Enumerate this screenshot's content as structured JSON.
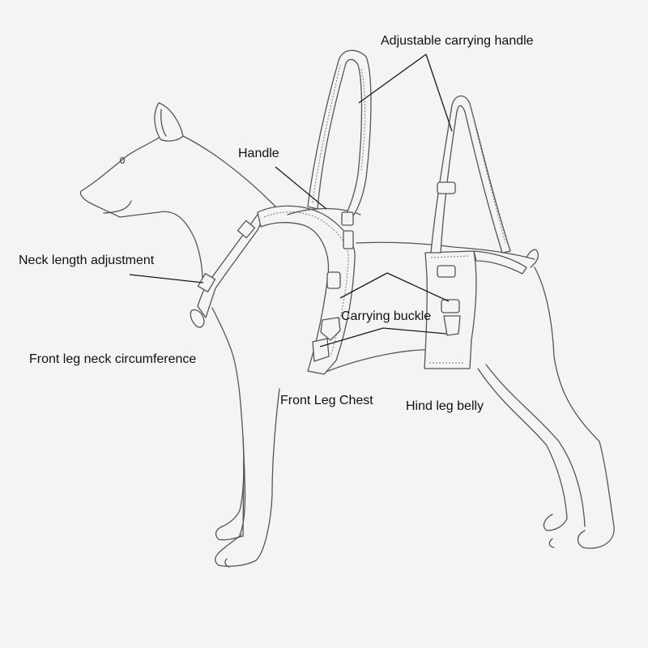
{
  "figure": {
    "subject": "Dog lift harness diagram",
    "background": "#f4f4f4",
    "line_color": "#555555",
    "text_color": "#111111"
  },
  "labels": {
    "adjustable_handle": "Adjustable carrying handle",
    "handle": "Handle",
    "neck_length": "Neck length adjustment",
    "front_leg_neck": "Front leg neck circumference",
    "carrying_buckle": "Carrying buckle",
    "front_leg_chest": "Front Leg Chest",
    "hind_leg_belly": "Hind leg belly"
  }
}
